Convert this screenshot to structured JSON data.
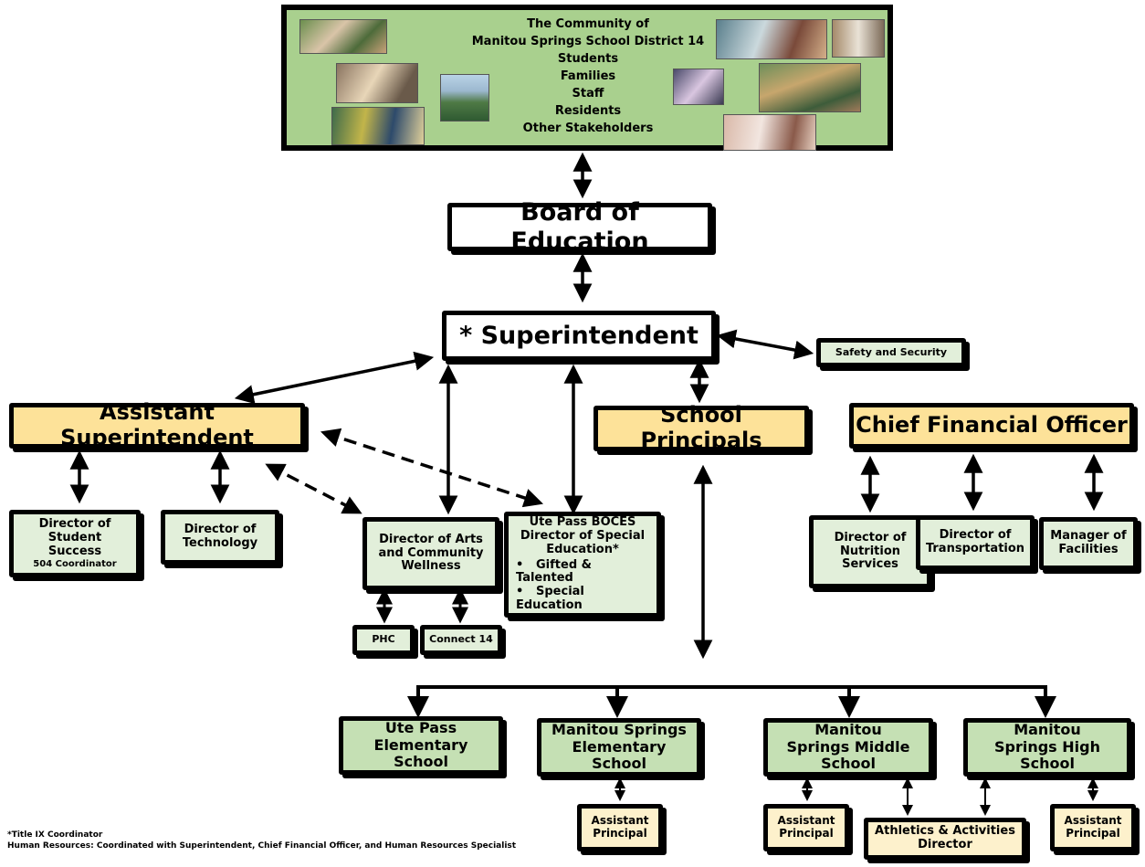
{
  "community": {
    "lines": [
      "The Community of",
      "Manitou Springs School District 14",
      "Students",
      "Families",
      "Staff",
      "Residents",
      "Other Stakeholders"
    ]
  },
  "board": "Board of Education",
  "superintendent": "* Superintendent",
  "safety": "Safety and Security",
  "assistant_superintendent": "Assistant Superintendent",
  "school_principals": "School Principals",
  "cfo": "Chief Financial Officer",
  "director_student_success": {
    "title": "Director of Student Success",
    "subtitle": "504 Coordinator"
  },
  "director_technology": "Director of Technology",
  "director_arts": "Director of Arts and Community Wellness",
  "ute_pass_boces": {
    "title": "Ute Pass BOCES Director of Special Education*",
    "items": [
      "Gifted & Talented",
      "Special Education"
    ]
  },
  "phc": "PHC",
  "connect14": "Connect 14",
  "director_nutrition": "Director of Nutrition Services",
  "director_transportation": "Director of Transportation",
  "manager_facilities": "Manager of Facilities",
  "schools": [
    {
      "name": "Ute Pass Elementary School"
    },
    {
      "name": "Manitou Springs Elementary School"
    },
    {
      "name": "Manitou Springs Middle School"
    },
    {
      "name": "Manitou Springs High School"
    }
  ],
  "assistant_principal": "Assistant Principal",
  "athletics_director": "Athletics & Activities Director",
  "footnotes": [
    "*Title IX Coordinator",
    "Human Resources: Coordinated with Superintendent, Chief Financial Officer, and Human Resources Specialist"
  ],
  "colors": {
    "community_bg": "#a9d08e",
    "leader_bg": "#fde299",
    "staff_bg": "#e2efda",
    "school_bg": "#c5e0b4",
    "ap_bg": "#fdf1cc"
  }
}
